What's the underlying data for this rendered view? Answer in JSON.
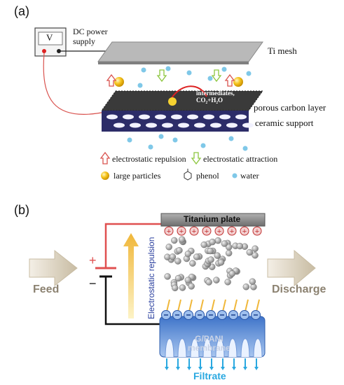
{
  "panel_a": {
    "label": "(a)",
    "voltmeter_label": "V",
    "power_supply_label": "DC power\nsupply",
    "ti_mesh_label": "Ti mesh",
    "reaction_label": "intermediates,\nCO₂+H₂O",
    "porous_carbon_label": "porous carbon layer",
    "ceramic_support_label": "ceramic support",
    "legend": {
      "repulsion": "electrostatic repulsion",
      "attraction": "electrostatic attraction",
      "large_particles": "large particles",
      "phenol": "phenol",
      "water": "water"
    },
    "colors": {
      "repulsion": "#d9534f",
      "attraction": "#8dc63f",
      "particle": "#f2b705",
      "water": "#7fc8e8",
      "mesh": "#9a9a9a"
    }
  },
  "panel_b": {
    "label": "(b)",
    "titanium_plate_label": "Titanium plate",
    "repulsion_label": "Electrostatic repulsion",
    "feed_label": "Feed",
    "discharge_label": "Discharge",
    "membrane_label": "G/PANI\nmembrane",
    "filtrate_label": "Filtrate",
    "plus_sign": "+",
    "minus_sign": "−",
    "colors": {
      "plate": "#8c8c8c",
      "membrane": "#5f8fd8",
      "wire_pos": "#e05050",
      "wire_neg": "#111111",
      "arrow": "#d8cdb5",
      "filtrate": "#29a8e0",
      "repulsion_arrow": "#f3c04a"
    }
  }
}
